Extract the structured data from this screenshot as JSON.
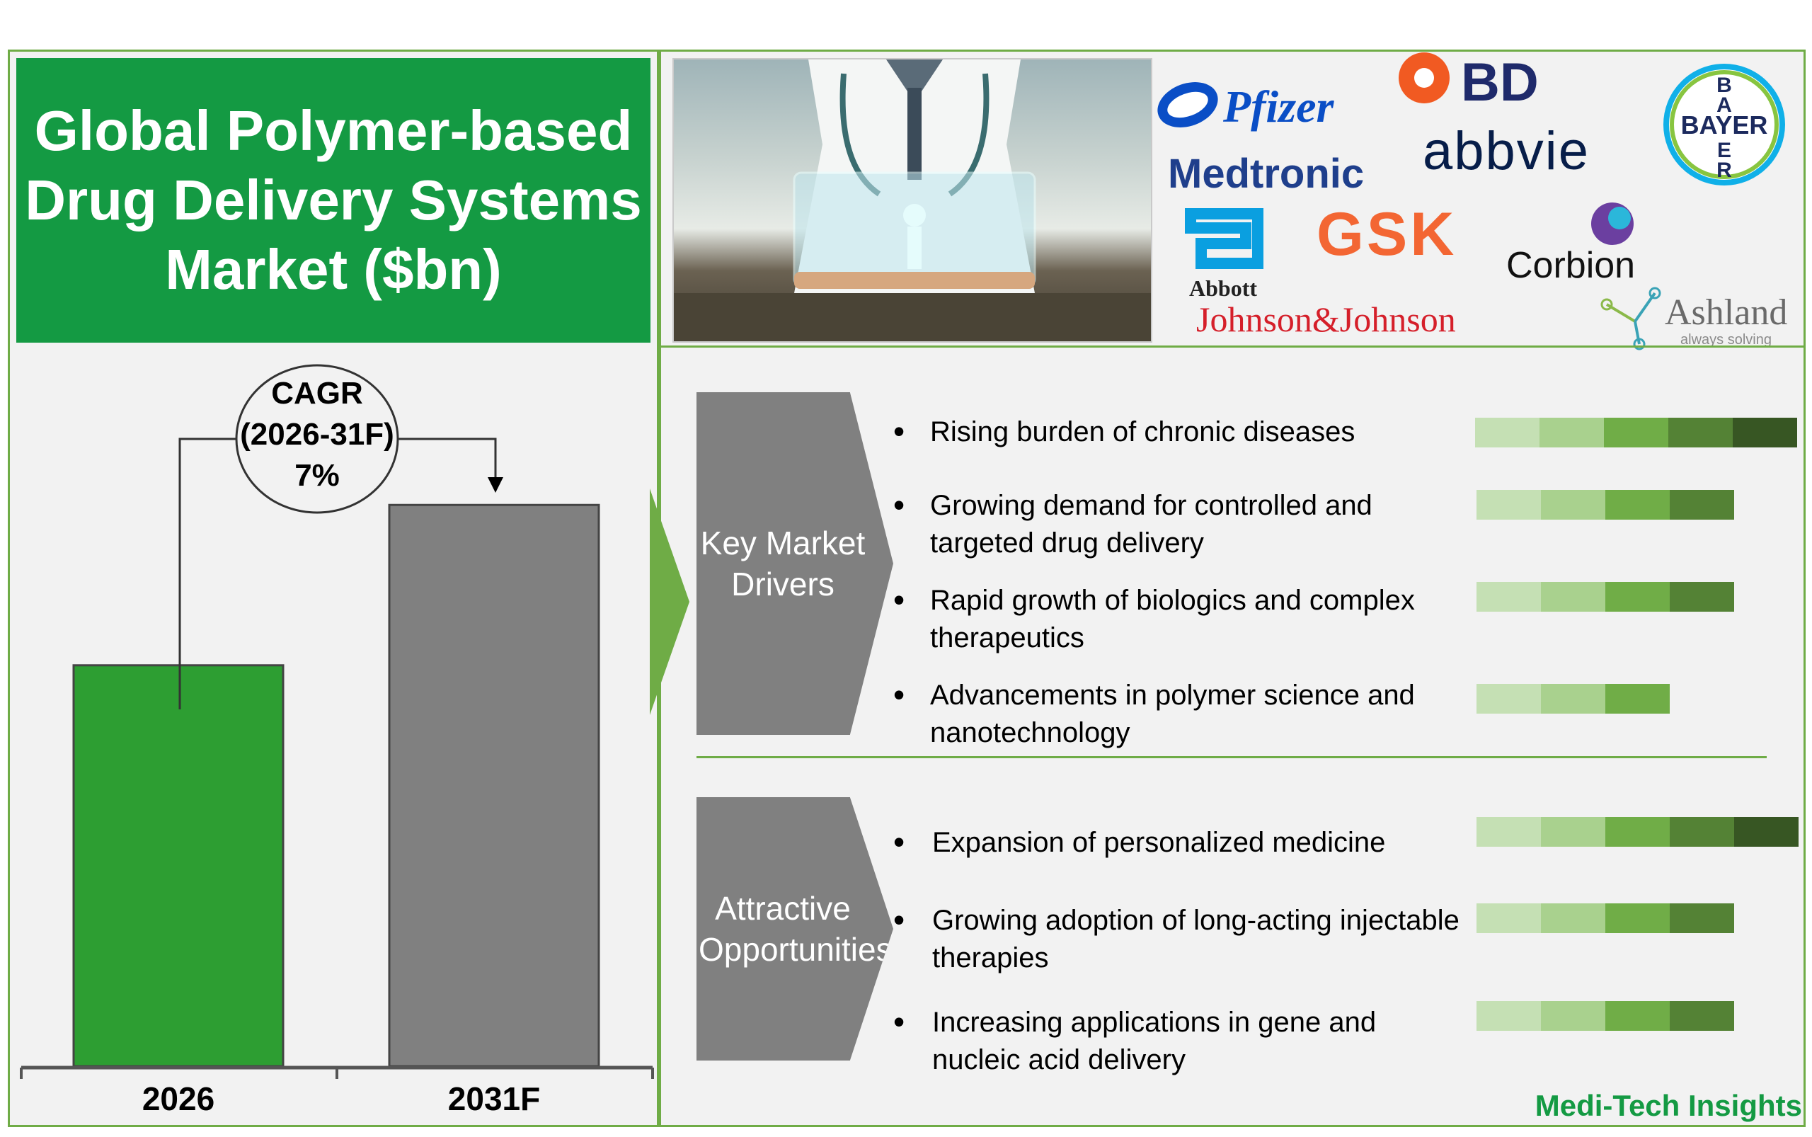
{
  "title": "Global Polymer-based\nDrug Delivery Systems\nMarket ($bn)",
  "chart_data": {
    "type": "bar",
    "categories": [
      "2026",
      "2031F"
    ],
    "values": [
      1.0,
      1.4
    ],
    "bar_colors": [
      "#2d9e32",
      "#808080"
    ],
    "ylim": [
      0,
      1.6
    ],
    "cagr": {
      "label": "CAGR\n(2026-31F)\n7%"
    }
  },
  "logos": {
    "pfizer": "Pfizer",
    "bd": "BD",
    "bayer": "BAYER",
    "bayer_vertical": "BAER",
    "medtronic": "Medtronic",
    "abbvie": "abbvie",
    "abbott": "Abbott",
    "gsk": "GSK",
    "corbion": "Corbion",
    "jnj": "Johnson&Johnson",
    "ashland": "Ashland",
    "ashland_tag": "always solving"
  },
  "drivers": {
    "label": "Key Market\nDrivers",
    "items": [
      {
        "text": "Rising burden of chronic diseases",
        "level": 5
      },
      {
        "text": "Growing demand for controlled and targeted drug delivery",
        "level": 4
      },
      {
        "text": "Rapid growth of biologics and complex therapeutics",
        "level": 4
      },
      {
        "text": "Advancements in polymer science and nanotechnology",
        "level": 3
      }
    ]
  },
  "opportunities": {
    "label": "Attractive\nOpportunities",
    "items": [
      {
        "text": "Expansion of personalized medicine",
        "level": 5
      },
      {
        "text": "Growing adoption of long-acting injectable therapies",
        "level": 4
      },
      {
        "text": "Increasing applications in gene and nucleic acid delivery",
        "level": 4
      }
    ]
  },
  "bullet_char": "•",
  "scale_colors": [
    "#c5e0b4",
    "#a9d18e",
    "#70ad47",
    "#548235",
    "#375623"
  ],
  "brand": "Medi-Tech Insights"
}
